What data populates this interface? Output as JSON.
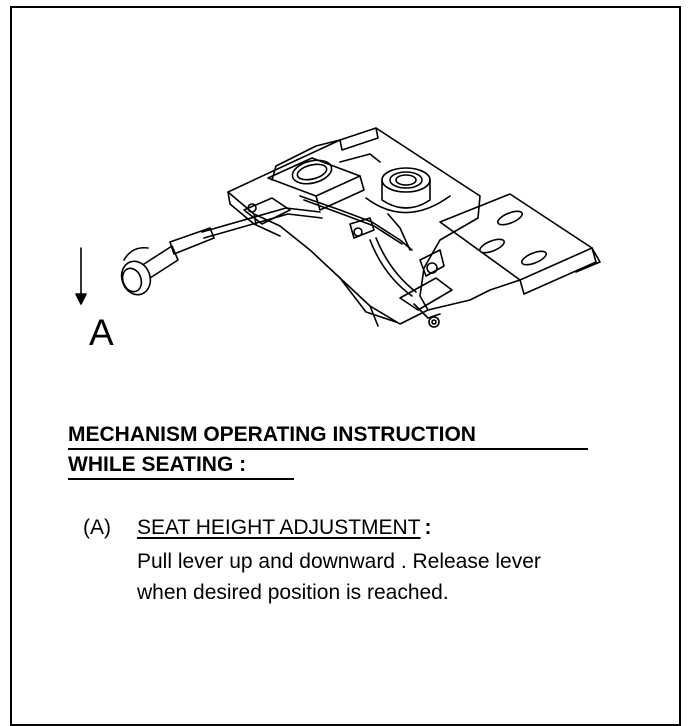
{
  "diagram": {
    "callout_label": "A"
  },
  "instructions": {
    "heading_line1": "MECHANISM OPERATING INSTRUCTION",
    "heading_line2": "WHILE SEATING :",
    "items": [
      {
        "marker": "(A)",
        "title": "SEAT HEIGHT ADJUSTMENT",
        "colon": ":",
        "description_line1": "Pull lever up and downward . Release lever",
        "description_line2": "when desired position is reached."
      }
    ]
  },
  "colors": {
    "line": "#000000",
    "background": "#ffffff"
  }
}
